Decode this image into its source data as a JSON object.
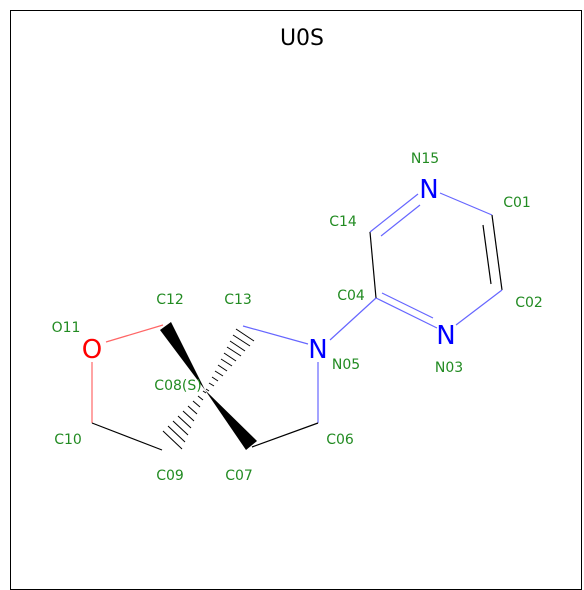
{
  "molecule": {
    "title": "U0S",
    "colors": {
      "carbon_label": "#228B22",
      "nitrogen": "#0000FF",
      "oxygen": "#FF0000",
      "bond": "#000000",
      "nitrogen_bond": "#6666FF",
      "oxygen_bond": "#FF6666"
    },
    "atoms": {
      "N15": {
        "symbol": "N",
        "label": "N15"
      },
      "N03": {
        "symbol": "N",
        "label": "N03"
      },
      "N05": {
        "symbol": "N",
        "label": "N05"
      },
      "O11": {
        "symbol": "O",
        "label": "O11"
      },
      "C01": {
        "label": "C01"
      },
      "C02": {
        "label": "C02"
      },
      "C04": {
        "label": "C04"
      },
      "C14": {
        "label": "C14"
      },
      "C13": {
        "label": "C13"
      },
      "C12": {
        "label": "C12"
      },
      "C08": {
        "label": "C08(S)"
      },
      "C06": {
        "label": "C06"
      },
      "C07": {
        "label": "C07"
      },
      "C09": {
        "label": "C09"
      },
      "C10": {
        "label": "C10"
      }
    }
  }
}
